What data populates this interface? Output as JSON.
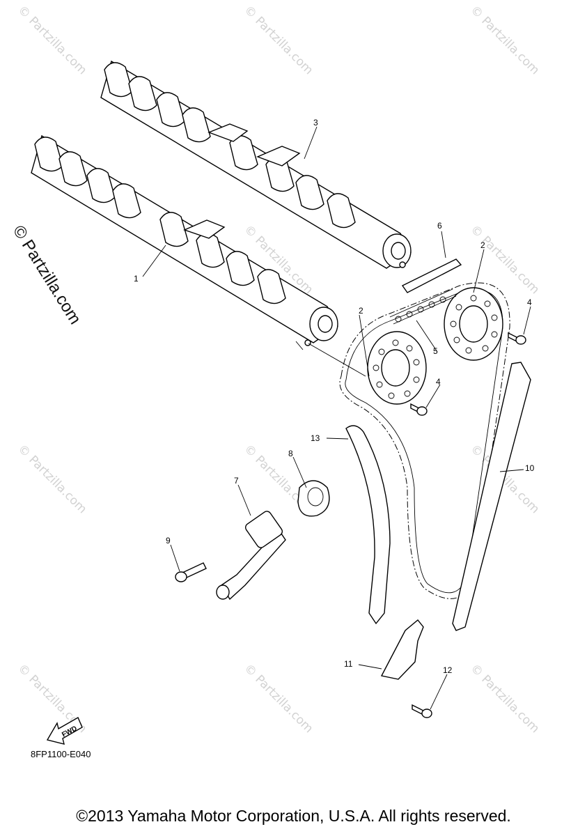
{
  "watermark_text": "© Partzilla.com",
  "side_watermark": "© Partzilla.com",
  "diagram_code": "8FP1100-E040",
  "fwd_label": "FWD",
  "footer": "©2013 Yamaha Motor Corporation, U.S.A. All rights reserved.",
  "callouts": {
    "c1": "1",
    "c2a": "2",
    "c2b": "2",
    "c3": "3",
    "c4a": "4",
    "c4b": "4",
    "c5": "5",
    "c6": "6",
    "c7": "7",
    "c8": "8",
    "c9": "9",
    "c10": "10",
    "c11": "11",
    "c12": "12",
    "c13": "13"
  }
}
